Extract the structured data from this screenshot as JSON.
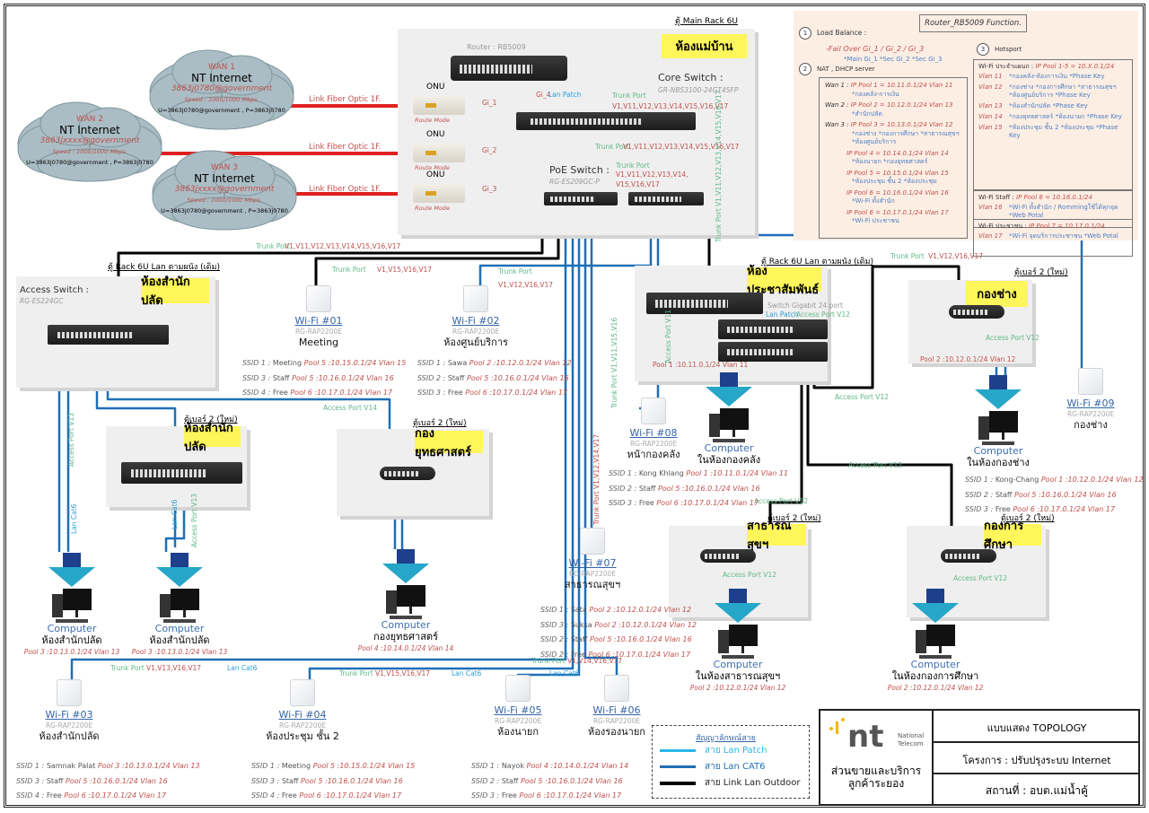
{
  "wans": [
    {
      "title": "WAN 1",
      "name": "NT Internet",
      "account": "3863j0780@government",
      "speed": "Speed : 1000/1000 Mbps.",
      "cred": "U=3863j0780@government , P=3863j0780"
    },
    {
      "title": "WAN 2",
      "name": "NT Internet",
      "account": "3863jxxxx@government",
      "speed": "Speed : 1000/1000 Mbps.",
      "cred": "U=3863j0780@government , P=3863j0780"
    },
    {
      "title": "WAN 3",
      "name": "NT Internet",
      "account": "3863jxxxx@government",
      "speed": "Speed : 1000/1000 Mbps.",
      "cred": "U=3863j0780@government , P=3863j0780"
    }
  ],
  "onus": [
    {
      "label": "ONU",
      "mode": "Route Mode"
    },
    {
      "label": "ONU",
      "mode": "Route Mode"
    },
    {
      "label": "ONU",
      "mode": "Route Mode"
    }
  ],
  "devices": {
    "router": "Router : RB5009",
    "core": "Core Switch :",
    "core_model": "GR-NBS3100-24GT4SFP",
    "poe": "PoE Switch :",
    "poe_model": "RG-ES209GC-P",
    "access": "Access Switch :",
    "access_model": "RG-ES224GC",
    "gigabit": "Switch Gigabit 24 port"
  },
  "racks": [
    {
      "title": "ตู้ Main Rack 6U",
      "room": "ห้องแม่บ้าน"
    },
    {
      "title": "ตู้ Rack 6U Lan ตามผนัง (เดิม)",
      "room": "ห้องสำนักปลัด"
    },
    {
      "title": "ตู้เบอร์ 2 (ใหม่)",
      "room": "ห้องสำนักปลัด"
    },
    {
      "title": "ตู้เบอร์ 2 (ใหม่)",
      "room": "กองยุทธศาสตร์"
    },
    {
      "title": "ตู้ Rack 6U Lan ตามผนัง (เดิม)",
      "room": "ห้องประชาสัมพันธ์"
    },
    {
      "title": "ตู้เบอร์ 2 (ใหม่)",
      "room": "กองช่าง"
    },
    {
      "title": "ตู้เบอร์ 2 (ใหม่)",
      "room": "สาธารณสุขฯ"
    },
    {
      "title": "ตู้เบอร์ 2 (ใหม่)",
      "room": "กองการศึกษา"
    }
  ],
  "labels": [
    {
      "t": "Link Fiber Optic 1F.",
      "c": "red"
    },
    {
      "t": "Link Fiber Optic 1F.",
      "c": "red"
    },
    {
      "t": "Link Fiber Optic 1F.",
      "c": "red"
    },
    {
      "t": "Gi_1",
      "c": "red"
    },
    {
      "t": "Gi_2",
      "c": "red"
    },
    {
      "t": "Gi_3",
      "c": "red"
    },
    {
      "t": "Gi_4",
      "c": "red"
    },
    {
      "t": "Lan Patch",
      "c": "blue"
    },
    {
      "t": "Trunk Port",
      "c": "green"
    },
    {
      "t": "V1,V11,V12,V13,V14,V15,V16,V17",
      "c": "red"
    },
    {
      "t": "Trunk Port",
      "c": "green"
    },
    {
      "t": "V1,V11,V12,V13,V14,V15,V16,V17",
      "c": "red"
    },
    {
      "t": "Trunk Port",
      "c": "green"
    },
    {
      "t": "V1,V11,V12,V13,V14,",
      "c": "red"
    },
    {
      "t": "V15,V16,V17",
      "c": "red"
    },
    {
      "t": "Trunk Port V1,V11,V12,V13,V14,V15,V16,V17",
      "c": "green"
    },
    {
      "t": "Trunk Port",
      "c": "green"
    },
    {
      "t": "V1,V11,V12,V13,V14,V15,V16,V17",
      "c": "red"
    },
    {
      "t": "Trunk Port",
      "c": "green"
    },
    {
      "t": "V1,V15,V16,V17",
      "c": "red"
    },
    {
      "t": "Trunk Port",
      "c": "green"
    },
    {
      "t": "V1,V12,V16,V17",
      "c": "red"
    },
    {
      "t": "Trunk Port",
      "c": "green"
    },
    {
      "t": "V1,V12,V16,V17",
      "c": "red"
    },
    {
      "t": "Access Port V14",
      "c": "green"
    },
    {
      "t": "Access Port V13",
      "c": "green"
    },
    {
      "t": "Lan Cat6",
      "c": "blue"
    },
    {
      "t": "Lan Cat6",
      "c": "blue"
    },
    {
      "t": "Access Port V13",
      "c": "green"
    },
    {
      "t": "Trunk Port V1,V11,V15,V16",
      "c": "green"
    },
    {
      "t": "Trunk Port V1,V12,V14,V17",
      "c": "red"
    },
    {
      "t": "Access Port V11",
      "c": "green"
    },
    {
      "t": "Pool 1 :10.11.0.1/24  Vlan 11",
      "c": "red"
    },
    {
      "t": "Switch Gigabit 24 port",
      "c": "gray"
    },
    {
      "t": "Lan Patch",
      "c": "blue"
    },
    {
      "t": "Access Port V12",
      "c": "green"
    },
    {
      "t": "Access Port V12",
      "c": "green"
    },
    {
      "t": "Access Port V12",
      "c": "green"
    },
    {
      "t": "Access Port V12",
      "c": "green"
    },
    {
      "t": "Access Port V12",
      "c": "green"
    },
    {
      "t": "Pool 2 :10.12.0.1/24  Vlan 12",
      "c": "red"
    },
    {
      "t": "Access Port V12",
      "c": "green"
    },
    {
      "t": "Access Port V12",
      "c": "green"
    },
    {
      "t": "Trunk Port",
      "c": "green"
    },
    {
      "t": "V1,V13,V16,V17",
      "c": "red"
    },
    {
      "t": "Lan Cat6",
      "c": "blue"
    },
    {
      "t": "Trunk Port",
      "c": "green"
    },
    {
      "t": "V1,V15,V16,V17",
      "c": "red"
    },
    {
      "t": "Lan Cat6",
      "c": "blue"
    },
    {
      "t": "Trunk Port",
      "c": "green"
    },
    {
      "t": "V1,V14,V16,V17",
      "c": "red"
    },
    {
      "t": "Lan Cat6",
      "c": "blue"
    }
  ],
  "wifi": [
    {
      "name": "Wi-Fi #01",
      "model": "RG-RAP2200E",
      "location": "Meeting",
      "ssids": [
        {
          "id": "SSID 1 :",
          "n": "Meeting",
          "p": "Pool 5 :10.15.0.1/24  Vlan 15"
        },
        {
          "id": "SSID 3 :",
          "n": "Staff",
          "p": "Pool 5 :10.16.0.1/24  Vlan 16"
        },
        {
          "id": "SSID 4 :",
          "n": "Free",
          "p": "Pool 6 :10.17.0.1/24  Vlan 17"
        }
      ]
    },
    {
      "name": "Wi-Fi #02",
      "model": "RG-RAP2200E",
      "location": "ห้องศูนย์บริการ",
      "ssids": [
        {
          "id": "SSID 1 :",
          "n": "Sawa",
          "p": "Pool 2 :10.12.0.1/24  Vlan 12"
        },
        {
          "id": "SSID 2 :",
          "n": "Staff",
          "p": "Pool 5 :10.16.0.1/24  Vlan 16"
        },
        {
          "id": "SSID 3 :",
          "n": "Free",
          "p": "Pool 6 :10.17.0.1/24  Vlan 17"
        }
      ]
    },
    {
      "name": "Wi-Fi #03",
      "model": "RG-RAP2200E",
      "location": "ห้องสำนักปลัด",
      "ssids": [
        {
          "id": "SSID 1 :",
          "n": "Samnak Palat",
          "p": "Pool 3 :10.13.0.1/24  Vlan 13"
        },
        {
          "id": "SSID 3 :",
          "n": "Staff",
          "p": "Pool 5 :10.16.0.1/24  Vlan 16"
        },
        {
          "id": "SSID 4 :",
          "n": "Free",
          "p": "Pool 6 :10.17.0.1/24  Vlan 17"
        }
      ]
    },
    {
      "name": "Wi-Fi #04",
      "model": "RG-RAP2200E",
      "location": "ห้องประชุม ชั้น 2",
      "ssids": [
        {
          "id": "SSID 1 :",
          "n": "Meeting",
          "p": "Pool 5 :10.15.0.1/24  Vlan 15"
        },
        {
          "id": "SSID 3 :",
          "n": "Staff",
          "p": "Pool 5 :10.16.0.1/24  Vlan 16"
        },
        {
          "id": "SSID 4 :",
          "n": "Free",
          "p": "Pool 6 :10.17.0.1/24  Vlan 17"
        }
      ]
    },
    {
      "name": "Wi-Fi #05",
      "model": "RG-RAP2200E",
      "location": "ห้องนายก",
      "ssids": [
        {
          "id": "SSID 1 :",
          "n": "Nayok",
          "p": "Pool 4 :10.14.0.1/24  Vlan 14"
        },
        {
          "id": "SSID 2 :",
          "n": "Staff",
          "p": "Pool 5 :10.16.0.1/24  Vlan 16"
        },
        {
          "id": "SSID 3 :",
          "n": "Free",
          "p": "Pool 6 :10.17.0.1/24  Vlan 17"
        }
      ]
    },
    {
      "name": "Wi-Fi #06",
      "model": "RG-RAP2200E",
      "location": "ห้องรองนายก",
      "ssids": []
    },
    {
      "name": "Wi-Fi #07",
      "model": "RG-RAP2200E",
      "location": "สาธารณสุขฯ",
      "ssids": [
        {
          "id": "SSID 1 :",
          "n": "Sata",
          "p": "Pool 2 :10.12.0.1/24  Vlan 12"
        },
        {
          "id": "SSID 3 :",
          "n": "Suksa",
          "p": "Pool 2 :10.12.0.1/24  Vlan 12"
        },
        {
          "id": "SSID 2 :",
          "n": "Staff",
          "p": "Pool 5 :10.16.0.1/24  Vlan 16"
        },
        {
          "id": "SSID 2 :",
          "n": "Free",
          "p": "Pool 6 :10.17.0.1/24  Vlan 17"
        }
      ]
    },
    {
      "name": "Wi-Fi #08",
      "model": "RG-RAP2200E",
      "location": "หน้ากองคลัง",
      "ssids": [
        {
          "id": "SSID 1 :",
          "n": "Kong Khlang",
          "p": "Pool 1 :10.11.0.1/24  Vlan 11"
        },
        {
          "id": "SSID 2 :",
          "n": "Staff",
          "p": "Pool 5 :10.16.0.1/24  Vlan 16"
        },
        {
          "id": "SSID 3 :",
          "n": "Free",
          "p": "Pool 6 :10.17.0.1/24  Vlan 17"
        }
      ]
    },
    {
      "name": "Wi-Fi #09",
      "model": "RG-RAP2200E",
      "location": "กองช่าง",
      "ssids": [
        {
          "id": "SSID 1 :",
          "n": "Kong-Chang",
          "p": "Pool 1 :10.12.0.1/24  Vlan 12"
        },
        {
          "id": "SSID 2 :",
          "n": "Staff",
          "p": "Pool 5 :10.16.0.1/24  Vlan 16"
        },
        {
          "id": "SSID 3 :",
          "n": "Free",
          "p": "Pool 6 :10.17.0.1/24  Vlan 17"
        }
      ]
    }
  ],
  "computers": [
    {
      "label": "Computer",
      "room": "ห้องสำนักปลัด",
      "pool": "Pool 3 :10.13.0.1/24  Vlan 13"
    },
    {
      "label": "Computer",
      "room": "ห้องสำนักปลัด",
      "pool": "Pool 3 :10.13.0.1/24  Vlan 13"
    },
    {
      "label": "Computer",
      "room": "กองยุทธศาสตร์",
      "pool": "Pool 4 :10.14.0.1/24  Vlan 14"
    },
    {
      "label": "Computer",
      "room": "ในห้องกองคลัง",
      "pool": ""
    },
    {
      "label": "Computer",
      "room": "ในห้องกองช่าง",
      "pool": ""
    },
    {
      "label": "Computer",
      "room": "ในห้องสาธารณสุขฯ",
      "pool": "Pool 2 :10.12.0.1/24  Vlan 12"
    },
    {
      "label": "Computer",
      "room": "ในห้องกองการศึกษา",
      "pool": "Pool 2 :10.12.0.1/24  Vlan 12"
    }
  ],
  "router_function": {
    "title": "Router_RB5009 Function.",
    "s1": {
      "num": "1",
      "title": "Load Balance :",
      "failover": "-Fail Over  Gi_1 / Gi_2 / Gi_3",
      "roles": "*Main Gi_1  *Sec Gi_2  *Sec Gi_3"
    },
    "s2": {
      "num": "2",
      "title": "NAT , DHCP server",
      "rows": [
        {
          "wan": "Wan 1 :",
          "pool": "IP Pool 1 = 10.11.0.1/24  Vlan 11",
          "desc": "*กองคลัง-การเงิน"
        },
        {
          "wan": "Wan 2 :",
          "pool": "IP Pool 2 = 10.12.0.1/24  Vlan 13",
          "desc": "*สำนักปลัด"
        },
        {
          "wan": "Wan 3 :",
          "pool": "IP Pool 3 = 10.13.0.1/24  Vlan 12",
          "desc": "*กองช่าง *กองการศึกษา *สาธารณสุขฯ *ห้องศูนย์บริการ"
        },
        {
          "wan": "",
          "pool": "IP Pool 4 = 10.14.0.1/24  Vlan 14",
          "desc": "*ห้องนายก *กองยุทธศาสตร์"
        },
        {
          "wan": "",
          "pool": "IP Pool 5 = 10.15.0.1/24  Vlan 15",
          "desc": "*ห้องประชุม ชั้น 2 *ห้องประชุม"
        },
        {
          "wan": "",
          "pool": "IP Pool 6 = 10.16.0.1/24  Vlan 16",
          "desc": "*Wi-Fi ทั้งสำนัก"
        },
        {
          "wan": "",
          "pool": "IP Pool 6 = 10.17.0.1/24  Vlan 17",
          "desc": "*Wi-Fi ประชาชน"
        }
      ]
    },
    "s3": {
      "num": "3",
      "title": "Hotsport",
      "boxes": [
        {
          "head": "Wi-Fi ประจำแผนก :",
          "pool": "IP Pool 1-5 = 10.X.0.1/24",
          "rows": [
            {
              "vlan": "Vlan 11",
              "desc": "*กองคลัง-ห้องการเงิน *Phase Key"
            },
            {
              "vlan": "Vlan 12",
              "desc": "*กองช่าง *กองการศึกษา *สาธารณสุขฯ *ห้องศูนย์บริการ *Phase Key"
            },
            {
              "vlan": "Vlan 13",
              "desc": "*ห้องสำนักปลัด *Phase Key"
            },
            {
              "vlan": "Vlan 14",
              "desc": "*กองยุทธศาสตร์ *ห้องนายก *Phase Key"
            },
            {
              "vlan": "Vlan 15",
              "desc": "*ห้องประชุม ชั้น 2 *ห้องประชุม *Phase Key"
            }
          ]
        },
        {
          "head": "Wi-Fi Staff :",
          "pool": "IP Pool 6 = 10.16.0.1/24",
          "rows": [
            {
              "vlan": "Vlan 16",
              "desc": "*Wi-Fi ทั้งสำนัก / Rommingใช้ได้ทุกจุด *Web Potal"
            }
          ]
        },
        {
          "head": "Wi-Fi ประชาชน :",
          "pool": "IP Pool 7 = 10.17.0.1/24",
          "rows": [
            {
              "vlan": "Vlan 17",
              "desc": "*Wi-Fi จุดบริการประชาชน *Web Potal"
            }
          ]
        }
      ]
    }
  },
  "legend": {
    "title": "สัญญาลักษณ์สาย",
    "items": [
      {
        "label": "สาย Lan Patch",
        "color": "#29b6e8"
      },
      {
        "label": "สาย Lan CAT6",
        "color": "#1f6fb5"
      },
      {
        "label": "สาย Link Lan Outdoor",
        "color": "#000000"
      }
    ]
  },
  "title_block": {
    "logo_text": "nt",
    "logo_sub1": "National",
    "logo_sub2": "Telecom",
    "dept1": "ส่วนขายและบริการ",
    "dept2": "ลูกค้าระยอง",
    "drawing": "แบบแสดง TOPOLOGY",
    "project": "โครงการ : ปรับปรุงระบบ Internet",
    "site": "สถานที่ : อบต.แม่น้ำคู้"
  },
  "colors": {
    "fiber": "#e02020",
    "patch": "#29b6e8",
    "cat6": "#1f6fb5",
    "outdoor": "#000000",
    "room_label": "#fef65b",
    "panel_bg": "#fdeee4"
  }
}
